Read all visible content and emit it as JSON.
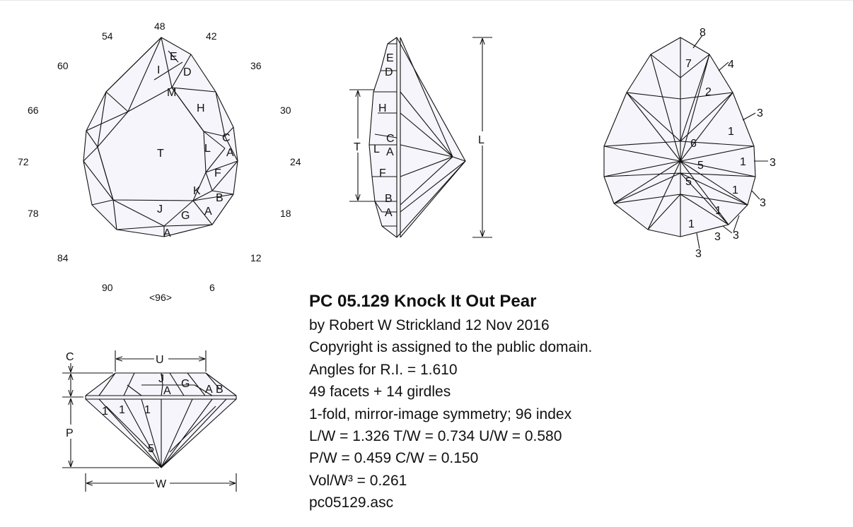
{
  "design": {
    "title": "PC 05.129 Knock It Out Pear",
    "lines": [
      "by Robert W Strickland 12 Nov 2016",
      "Copyright is assigned to the public domain.",
      "Angles for R.I. = 1.610",
      "49 facets + 14 girdles",
      "1-fold, mirror-image symmetry; 96 index",
      "L/W = 1.326 T/W = 0.734 U/W = 0.580",
      "P/W = 0.459 C/W = 0.150",
      "Vol/W³ = 0.261",
      "pc05129.asc"
    ]
  },
  "index_wheel": {
    "labels": [
      "48",
      "42",
      "36",
      "30",
      "24",
      "18",
      "12",
      "6",
      "<96>",
      "90",
      "84",
      "78",
      "72",
      "66",
      "60",
      "54"
    ]
  },
  "crown_view": {
    "facet_labels": [
      "E",
      "I",
      "D",
      "M",
      "H",
      "T",
      "C",
      "L",
      "A",
      "F",
      "K",
      "B",
      "J",
      "G",
      "A",
      "A"
    ]
  },
  "side_view": {
    "facet_labels": [
      "E",
      "D",
      "H",
      "C",
      "L",
      "A",
      "F",
      "B",
      "A"
    ],
    "dimension_labels": [
      "T",
      "L"
    ]
  },
  "pavilion_view": {
    "facet_labels": [
      "7",
      "2",
      "1",
      "6",
      "5",
      "1",
      "5",
      "1",
      "1",
      "1"
    ],
    "girdle_labels": [
      "8",
      "4",
      "3",
      "3",
      "3",
      "3",
      "3",
      "3"
    ]
  },
  "profile_view": {
    "facet_labels": [
      "J",
      "A",
      "G",
      "A",
      "B",
      "1",
      "1",
      "1",
      "5"
    ],
    "dimension_labels": [
      "U",
      "C",
      "P",
      "W"
    ]
  }
}
